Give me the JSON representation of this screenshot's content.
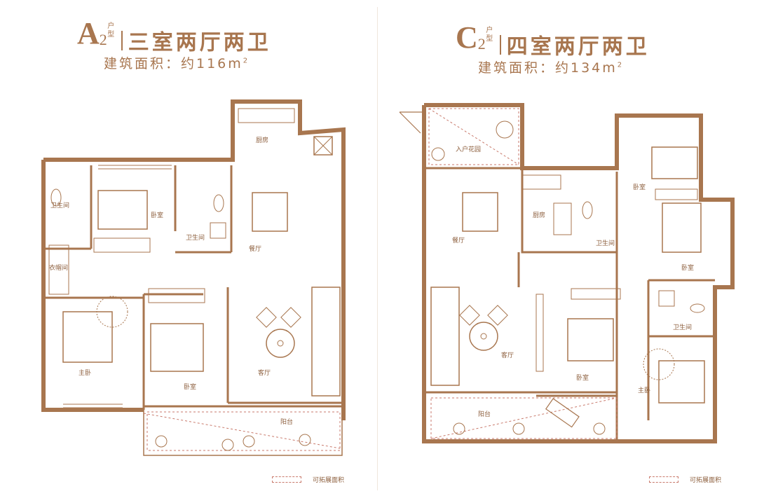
{
  "plan_a": {
    "letter": "A",
    "number": "2",
    "hu_chars": [
      "户",
      "型"
    ],
    "rooms": "三室两厅两卫",
    "area_label": "建筑面积：约116m",
    "area_sup": "2",
    "room_labels": {
      "kitchen": "厨房",
      "dining": "餐厅",
      "bath1": "卫生间",
      "bath2": "卫生间",
      "bedroom1": "卧室",
      "closet": "衣帽间",
      "master": "主卧",
      "bedroom2": "卧室",
      "living": "客厅",
      "balcony": "阳台"
    },
    "legend": "可拓展面积"
  },
  "plan_c": {
    "letter": "C",
    "number": "2",
    "hu_chars": [
      "户",
      "型"
    ],
    "rooms": "四室两厅两卫",
    "area_label": "建筑面积：约134m",
    "area_sup": "2",
    "room_labels": {
      "garden": "入户花园",
      "dining": "餐厅",
      "kitchen": "厨房",
      "bath1": "卫生间",
      "bedroom_top": "卧室",
      "bedroom_right": "卧室",
      "bath2": "卫生间",
      "living": "客厅",
      "bedroom_mid": "卧室",
      "master": "主卧",
      "balcony": "阳台"
    },
    "legend": "可拓展面积"
  },
  "colors": {
    "wall": "#a8764f",
    "furniture": "#b98c67",
    "expand": "#c97a6c"
  }
}
